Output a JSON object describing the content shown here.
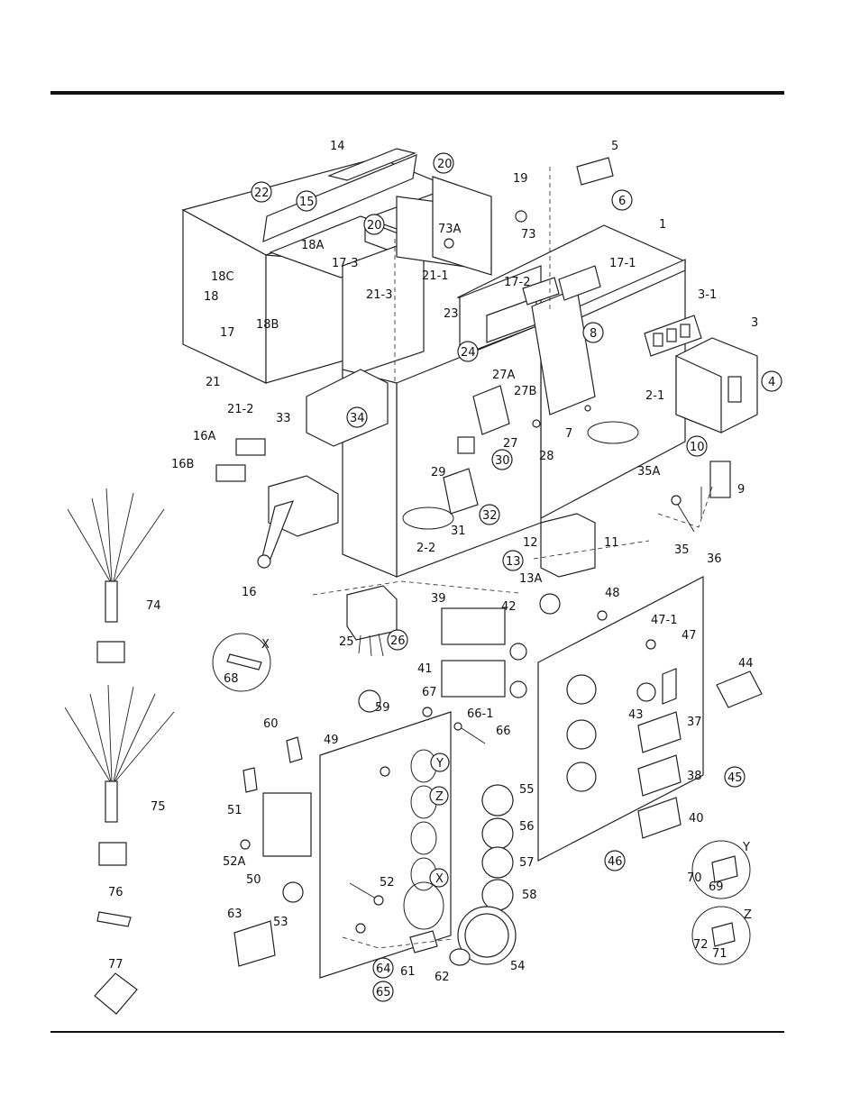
{
  "labels": {
    "l14": "14",
    "l20a": "20",
    "l19": "19",
    "l5": "5",
    "l6": "6",
    "l22": "22",
    "l15": "15",
    "l73": "73",
    "l73A": "73A",
    "l20b": "20",
    "l1": "1",
    "l18A": "18A",
    "l17_3": "17-3",
    "l21_1": "21-1",
    "l17_2": "17-2",
    "l17_1": "17-1",
    "l18C": "18C",
    "l18": "18",
    "l18B": "18B",
    "l21_3": "21-3",
    "l3_1": "3-1",
    "l3": "3",
    "l17": "17",
    "l23": "23",
    "l24": "24",
    "l8": "8",
    "l21": "21",
    "l4": "4",
    "l27A": "27A",
    "l27B": "27B",
    "l2_1": "2-1",
    "l21_2": "21-2",
    "l33": "33",
    "l34": "34",
    "l7": "7",
    "l27": "27",
    "l16A": "16A",
    "l28": "28",
    "l10": "10",
    "l30": "30",
    "l29": "29",
    "l16B": "16B",
    "l35A": "35A",
    "l9": "9",
    "l32": "32",
    "l31": "31",
    "l12": "12",
    "l11": "11",
    "l35": "35",
    "l2_2": "2-2",
    "l13": "13",
    "l13A": "13A",
    "l36": "36",
    "l74": "74",
    "l16": "16",
    "l39": "39",
    "l42": "42",
    "l48": "48",
    "l47_1": "47-1",
    "l47": "47",
    "l25": "25",
    "l26": "26",
    "lX1": "X",
    "l68": "68",
    "l41": "41",
    "l44": "44",
    "l43": "43",
    "l67": "67",
    "l59": "59",
    "l66_1": "66-1",
    "l66": "66",
    "l60": "60",
    "l49": "49",
    "l37": "37",
    "lY1": "Y",
    "l45": "45",
    "l38": "38",
    "l55": "55",
    "lZ1": "Z",
    "l75": "75",
    "l51": "51",
    "l56": "56",
    "l40": "40",
    "l52A": "52A",
    "l50": "50",
    "l57": "57",
    "l46": "46",
    "lY2": "Y",
    "l70": "70",
    "l69": "69",
    "lX2": "X",
    "l52": "52",
    "l58": "58",
    "l76": "76",
    "l53": "53",
    "l63": "63",
    "lZ2": "Z",
    "l72": "72",
    "l71": "71",
    "l54": "54",
    "l64": "64",
    "l61": "61",
    "l62": "62",
    "l65": "65",
    "l77": "77"
  }
}
